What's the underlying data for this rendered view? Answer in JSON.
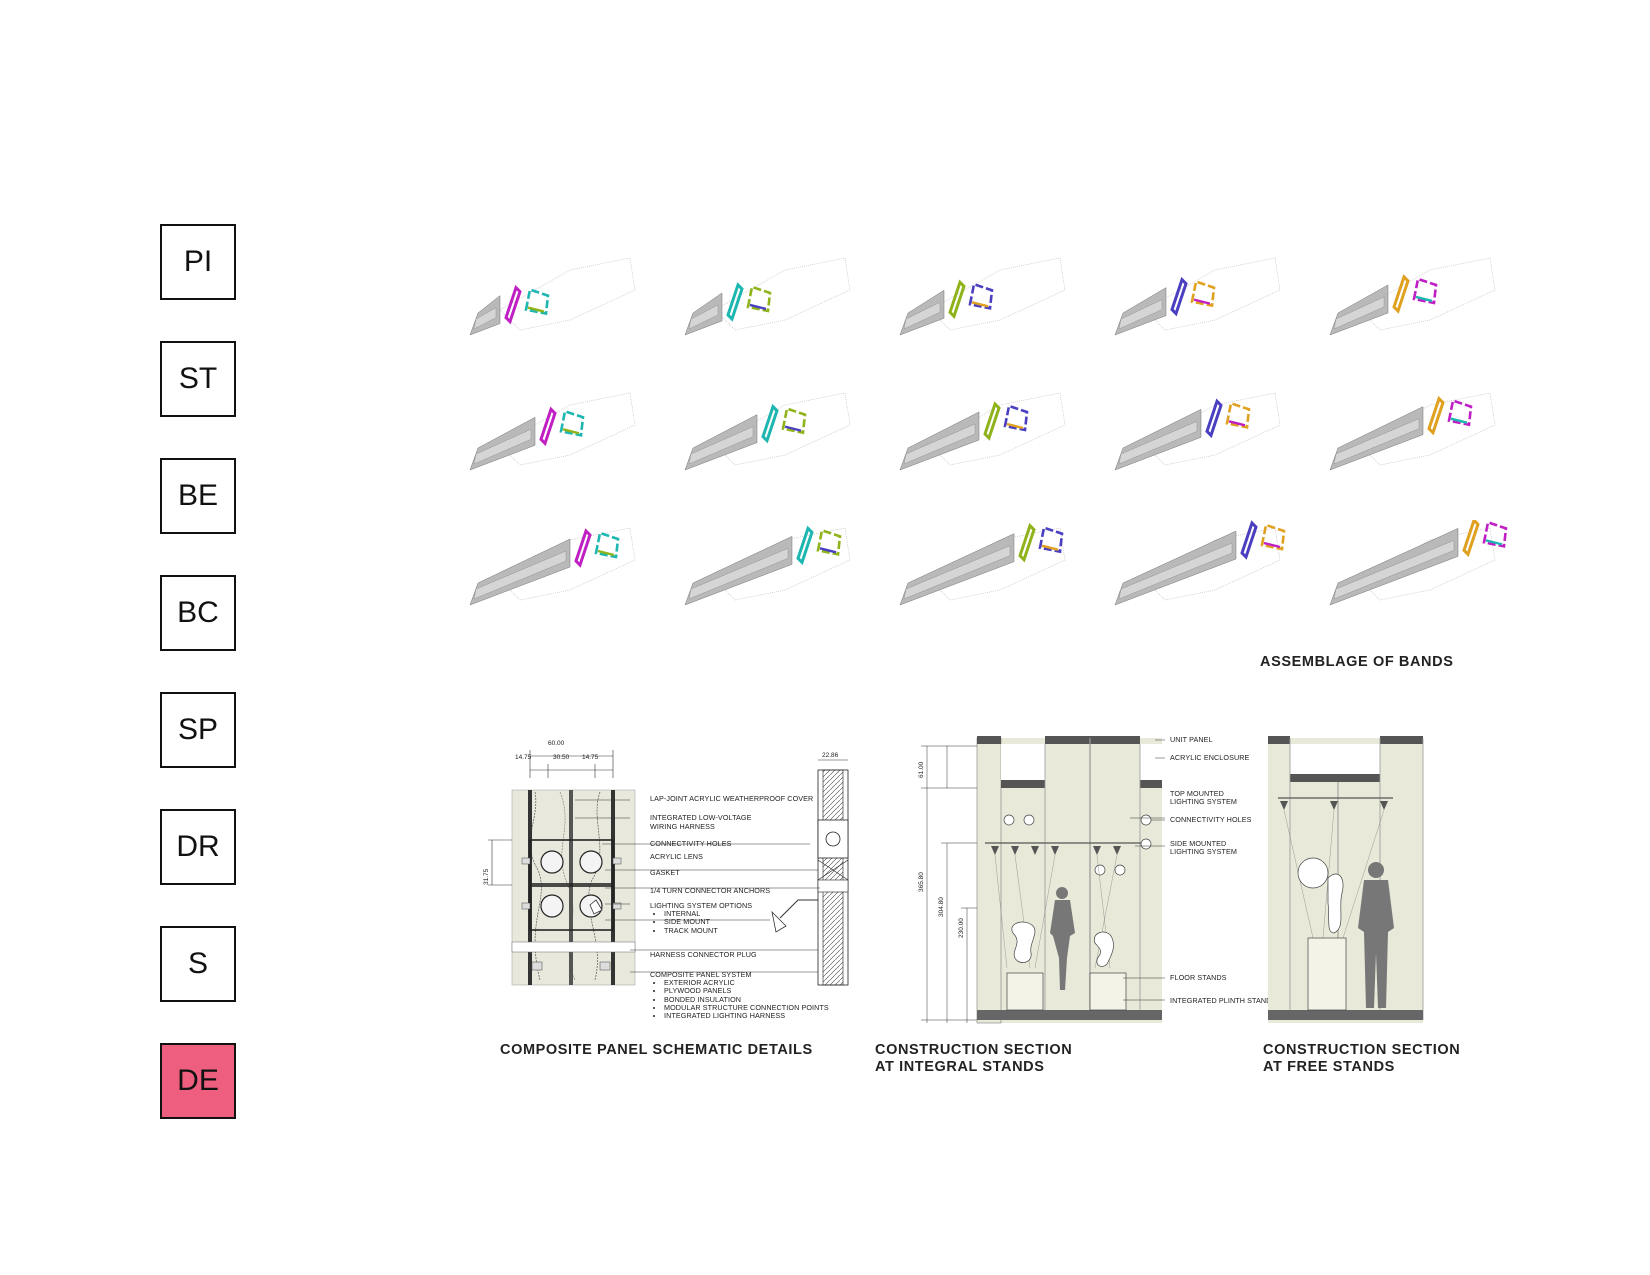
{
  "nav": {
    "tabs": [
      {
        "label": "PI",
        "active": false
      },
      {
        "label": "ST",
        "active": false
      },
      {
        "label": "BE",
        "active": false
      },
      {
        "label": "BC",
        "active": false
      },
      {
        "label": "SP",
        "active": false
      },
      {
        "label": "DR",
        "active": false
      },
      {
        "label": "S",
        "active": false
      },
      {
        "label": "DE",
        "active": true
      }
    ],
    "active_color": "#ee5f7f"
  },
  "assemblage": {
    "caption": "ASSEMBLAGE OF BANDS",
    "rows": 3,
    "columns": 5,
    "band_colors": [
      "#c01fc4",
      "#1db6b0",
      "#8fb31a",
      "#4a3fc0",
      "#e0a020"
    ]
  },
  "panel_detail": {
    "caption": "COMPOSITE PANEL SCHEMATIC DETAILS",
    "dimensions": {
      "overall_width": "60.00",
      "left": "14.75",
      "middle": "30.50",
      "right": "14.75",
      "height": "31.75",
      "wall_thickness": "22.86"
    },
    "callouts": [
      "LAP-JOINT ACRYLIC WEATHERPROOF COVER",
      "INTEGRATED LOW-VOLTAGE",
      "WIRING HARNESS",
      "CONNECTIVITY HOLES",
      "ACRYLIC LENS",
      "GASKET",
      "1/4 TURN CONNECTOR ANCHORS",
      "LIGHTING SYSTEM OPTIONS",
      "HARNESS CONNECTOR PLUG",
      "COMPOSITE PANEL SYSTEM"
    ],
    "lighting_options": [
      "INTERNAL",
      "SIDE MOUNT",
      "TRACK MOUNT"
    ],
    "panel_system_items": [
      "EXTERIOR ACRYLIC",
      "PLYWOOD PANELS",
      "BONDED INSULATION",
      "MODULAR STRUCTURE CONNECTION POINTS",
      "INTEGRATED LIGHTING HARNESS"
    ]
  },
  "section_integral": {
    "caption_line1": "CONSTRUCTION SECTION",
    "caption_line2": "AT INTEGRAL STANDS",
    "dimensions": {
      "top": "61.00",
      "total": "365.80",
      "mid": "304.80",
      "low": "230.00"
    }
  },
  "section_callouts": [
    "UNIT PANEL",
    "ACRYLIC ENCLOSURE",
    "TOP MOUNTED",
    "LIGHTING SYSTEM",
    "CONNECTIVITY HOLES",
    "SIDE MOUNTED",
    "LIGHTING SYSTEM",
    "FLOOR STANDS",
    "INTEGRATED PLINTH STANDS"
  ],
  "section_free": {
    "caption_line1": "CONSTRUCTION SECTION",
    "caption_line2": "AT FREE STANDS"
  }
}
